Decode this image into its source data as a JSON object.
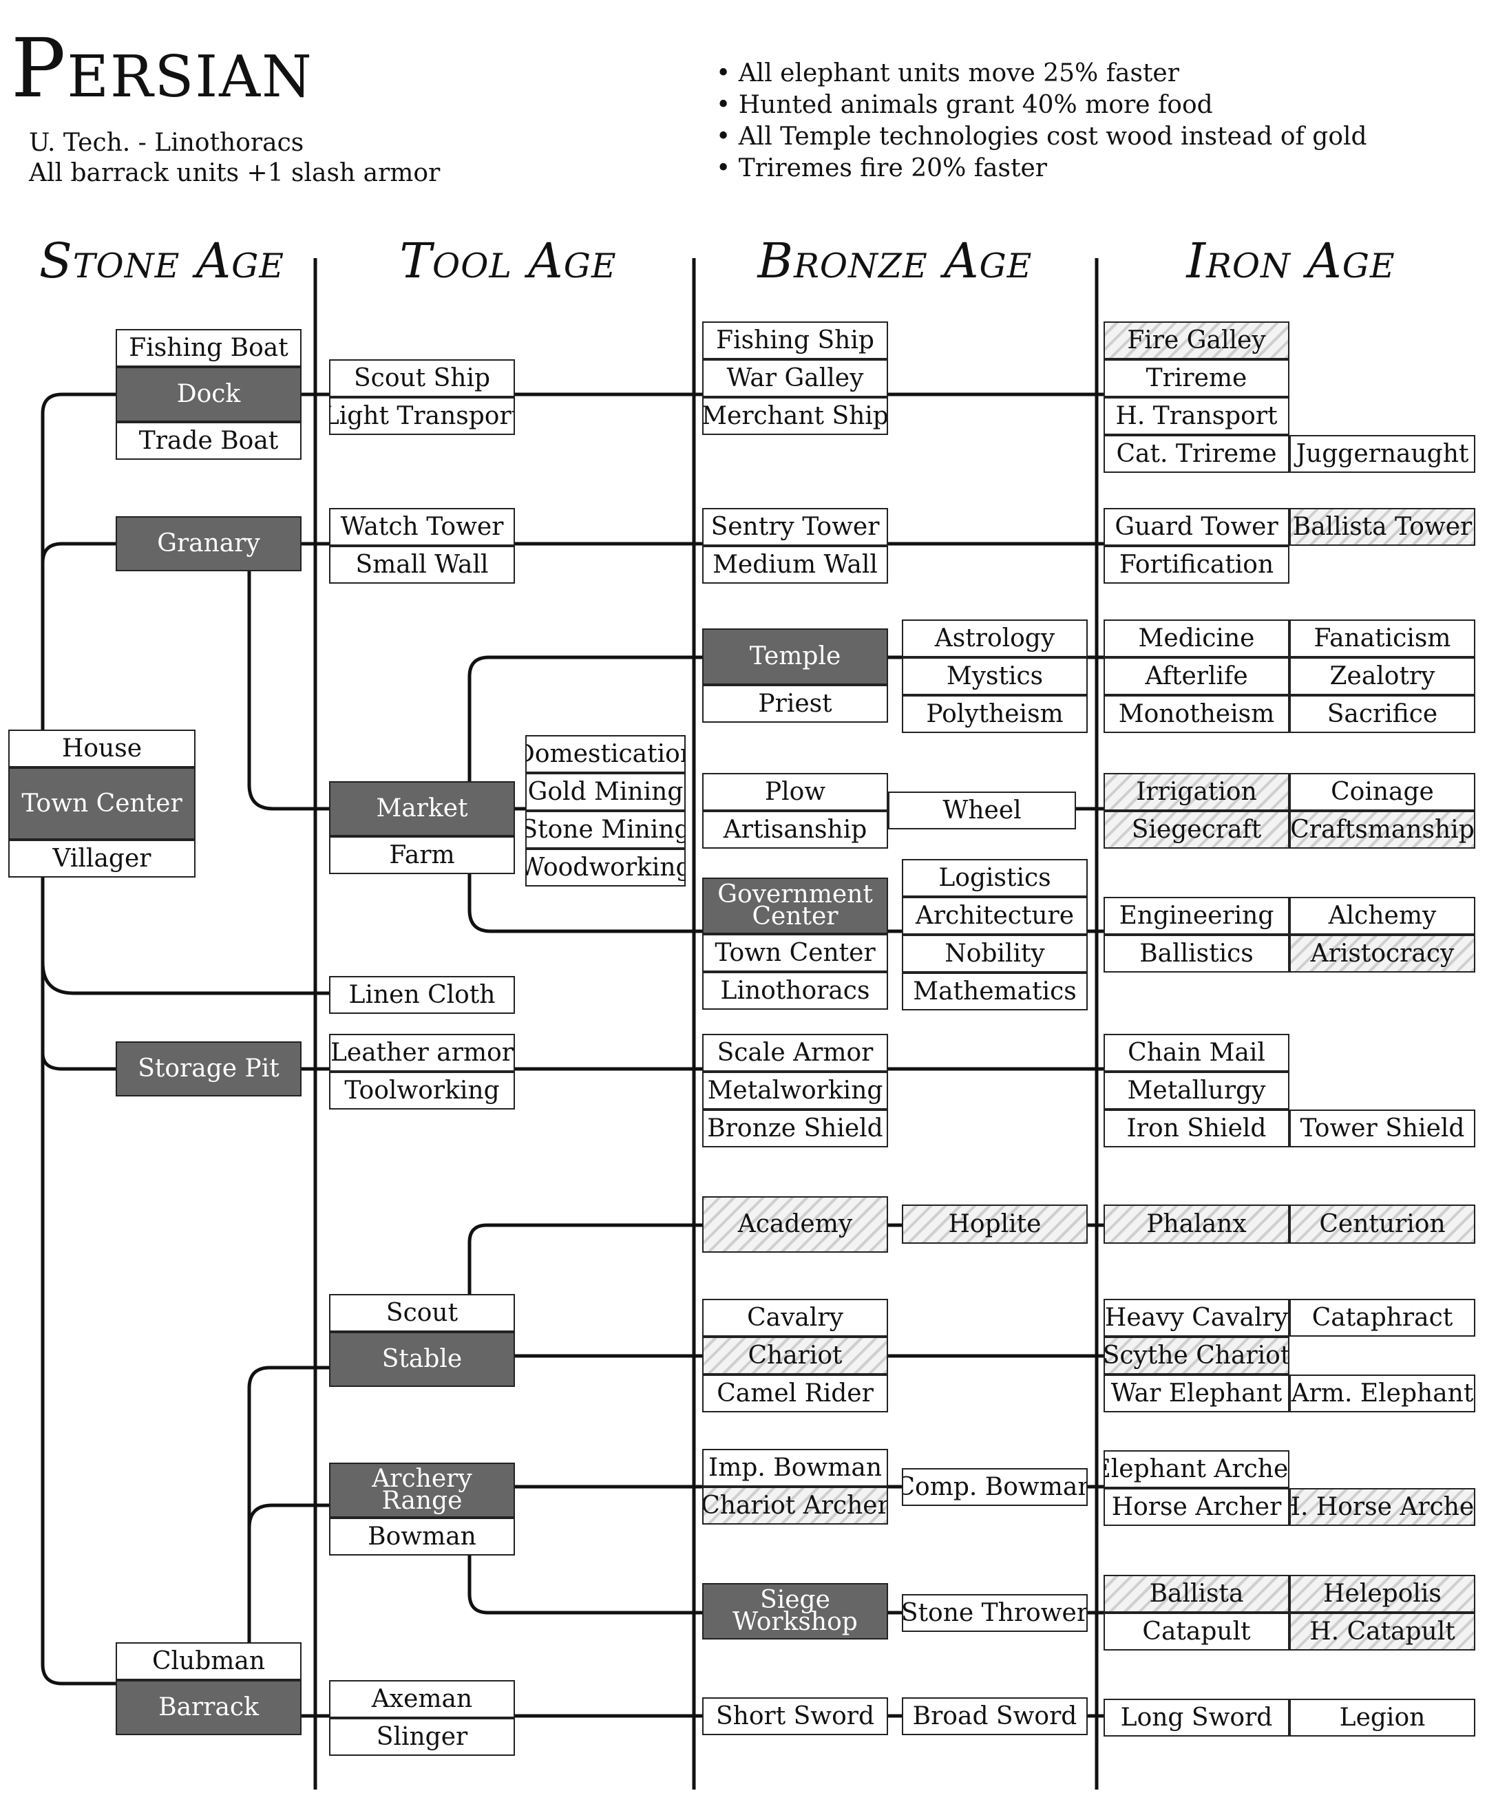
{
  "civ": {
    "name": "Persian",
    "unique_tech": "U. Tech. - Linothoracs",
    "unique_tech_effect": "All barrack units +1 slash armor",
    "bonuses": [
      "All elephant units move 25% faster",
      "Hunted animals grant 40% more food",
      "All Temple technologies cost wood instead of gold",
      "Triremes fire 20% faster"
    ]
  },
  "ages": [
    "Stone Age",
    "Tool Age",
    "Bronze Age",
    "Iron Age"
  ],
  "items": {
    "fishing_boat": "Fishing Boat",
    "dock": "Dock",
    "trade_boat": "Trade Boat",
    "granary": "Granary",
    "house": "House",
    "town_center": "Town Center",
    "villager": "Villager",
    "storage_pit": "Storage Pit",
    "clubman": "Clubman",
    "barrack": "Barrack",
    "scout_ship": "Scout Ship",
    "light_transport": "Light Transport",
    "watch_tower": "Watch Tower",
    "small_wall": "Small Wall",
    "market": "Market",
    "farm": "Farm",
    "domestication": "Domestication",
    "gold_mining": "Gold Mining",
    "stone_mining": "Stone Mining",
    "woodworking": "Woodworking",
    "linen_cloth": "Linen Cloth",
    "leather_armor": "Leather armor",
    "toolworking": "Toolworking",
    "scout": "Scout",
    "stable": "Stable",
    "archery_range": "Archery Range",
    "bowman": "Bowman",
    "axeman": "Axeman",
    "slinger": "Slinger",
    "fishing_ship": "Fishing Ship",
    "war_galley": "War Galley",
    "merchant_ship": "Merchant Ship",
    "sentry_tower": "Sentry Tower",
    "medium_wall": "Medium Wall",
    "temple": "Temple",
    "priest": "Priest",
    "astrology": "Astrology",
    "mystics": "Mystics",
    "polytheism": "Polytheism",
    "plow": "Plow",
    "artisanship": "Artisanship",
    "wheel": "Wheel",
    "government_center": "Government Center",
    "town_center_2": "Town Center",
    "linothoracs": "Linothoracs",
    "logistics": "Logistics",
    "architecture": "Architecture",
    "nobility": "Nobility",
    "mathematics": "Mathematics",
    "scale_armor": "Scale Armor",
    "metalworking": "Metalworking",
    "bronze_shield": "Bronze Shield",
    "academy": "Academy",
    "hoplite": "Hoplite",
    "cavalry": "Cavalry",
    "chariot": "Chariot",
    "camel_rider": "Camel Rider",
    "imp_bowman": "Imp. Bowman",
    "chariot_archer": "Chariot Archer",
    "comp_bowman": "Comp. Bowman",
    "siege_workshop": "Siege Workshop",
    "stone_thrower": "Stone Thrower",
    "short_sword": "Short Sword",
    "broad_sword": "Broad Sword",
    "fire_galley": "Fire Galley",
    "trireme": "Trireme",
    "h_transport": "H. Transport",
    "cat_trireme": "Cat. Trireme",
    "juggernaught": "Juggernaught",
    "guard_tower": "Guard Tower",
    "ballista_tower": "Ballista Tower",
    "fortification": "Fortification",
    "medicine": "Medicine",
    "fanaticism": "Fanaticism",
    "afterlife": "Afterlife",
    "zealotry": "Zealotry",
    "monotheism": "Monotheism",
    "sacrifice": "Sacrifice",
    "irrigation": "Irrigation",
    "coinage": "Coinage",
    "siegecraft": "Siegecraft",
    "craftsmanship": "Craftsmanship",
    "engineering": "Engineering",
    "alchemy": "Alchemy",
    "ballistics": "Ballistics",
    "aristocracy": "Aristocracy",
    "chain_mail": "Chain Mail",
    "metallurgy": "Metallurgy",
    "iron_shield": "Iron Shield",
    "tower_shield": "Tower Shield",
    "phalanx": "Phalanx",
    "centurion": "Centurion",
    "heavy_cavalry": "Heavy Cavalry",
    "cataphract": "Cataphract",
    "scythe_chariot": "Scythe Chariot",
    "war_elephant": "War Elephant",
    "arm_elephant": "Arm. Elephant",
    "elephant_archer": "Elephant Archer",
    "horse_archer": "Horse Archer",
    "h_horse_archer": "H. Horse Archer",
    "ballista": "Ballista",
    "helepolis": "Helepolis",
    "catapult": "Catapult",
    "h_catapult": "H. Catapult",
    "long_sword": "Long Sword",
    "legion": "Legion"
  },
  "legend_styles": {
    "building_fill": "#666666",
    "unavailable_hatch": "#cfcfcf",
    "line_color": "#111111"
  }
}
